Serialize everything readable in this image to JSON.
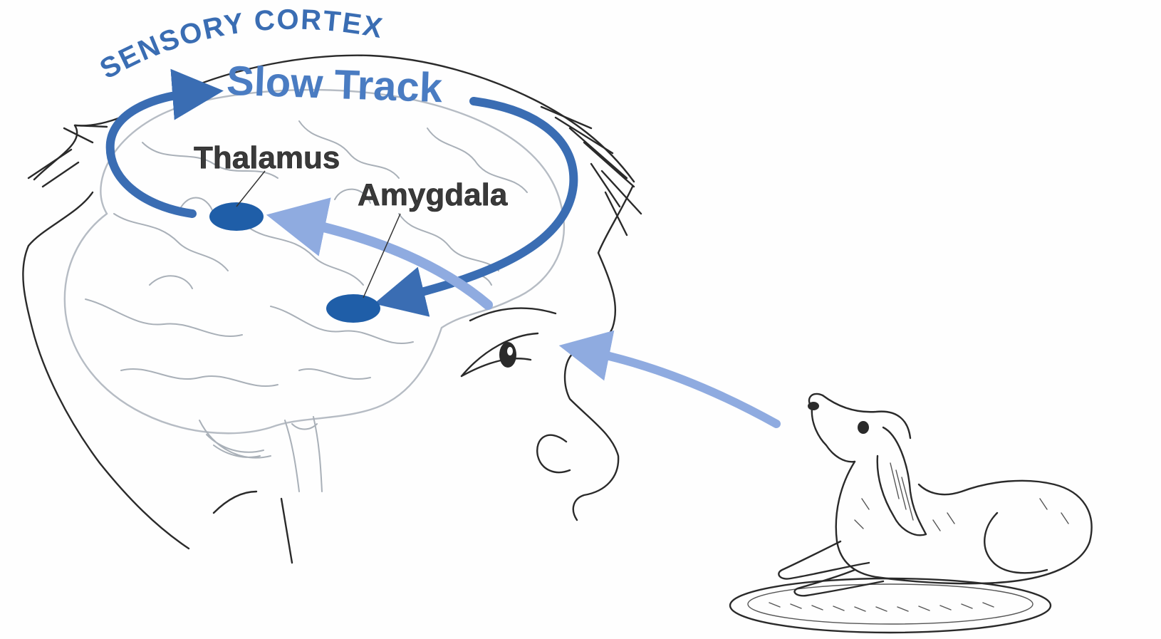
{
  "labels": {
    "sensory_cortex": "SENSORY CORTEX",
    "slow_track": "Slow Track",
    "thalamus": "Thalamus",
    "amygdala": "Amygdala"
  },
  "colors": {
    "dark_blue": "#3a6db3",
    "light_blue": "#8fabe0",
    "node_blue": "#1f5ea8",
    "label_dark": "#3a3a3a",
    "sketch": "#2a2a2a",
    "brain_lines": "#a9b0b8"
  },
  "nodes": [
    "thalamus",
    "amygdala"
  ],
  "figures": [
    "human-head",
    "brain",
    "dog-on-mat"
  ]
}
